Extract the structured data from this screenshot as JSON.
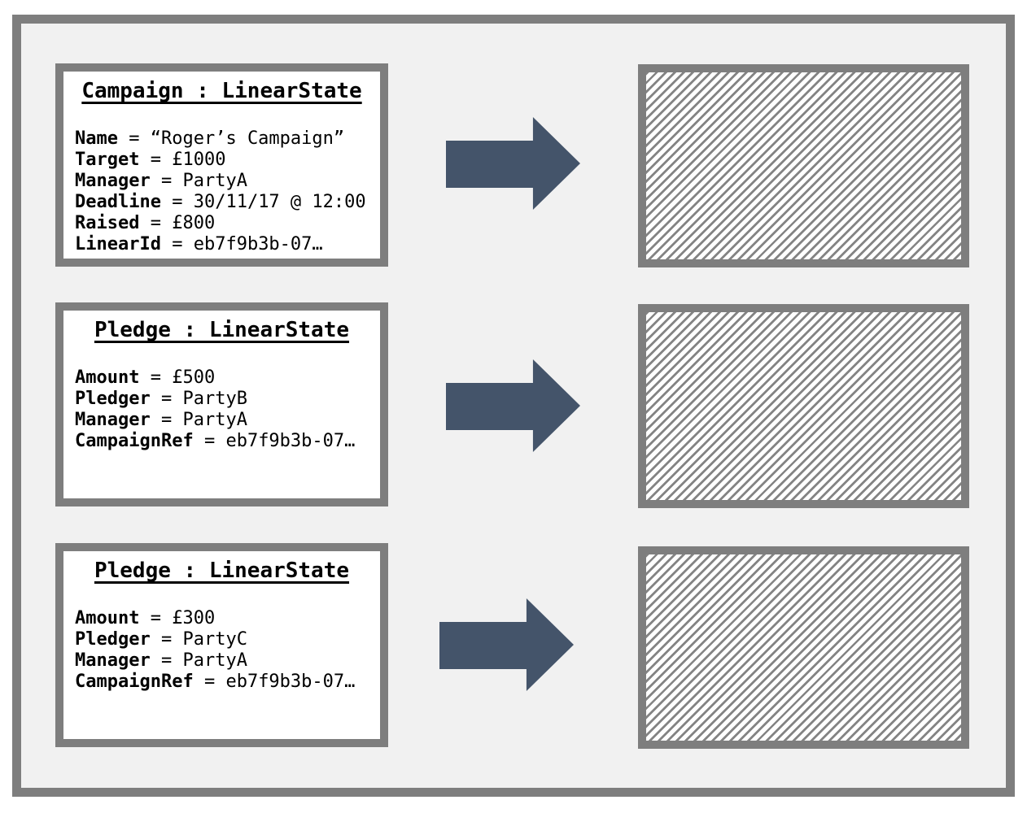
{
  "diagram": {
    "cards": [
      {
        "title": "Campaign : LinearState",
        "fields": [
          {
            "key": "Name",
            "value": "“Roger’s Campaign”"
          },
          {
            "key": "Target",
            "value": "£1000"
          },
          {
            "key": "Manager",
            "value": "PartyA"
          },
          {
            "key": "Deadline",
            "value": "30/11/17 @ 12:00"
          },
          {
            "key": "Raised",
            "value": "£800"
          },
          {
            "key": "LinearId",
            "value": "eb7f9b3b-07…"
          }
        ]
      },
      {
        "title": "Pledge : LinearState",
        "fields": [
          {
            "key": "Amount",
            "value": "£500"
          },
          {
            "key": "Pledger",
            "value": "PartyB"
          },
          {
            "key": "Manager",
            "value": "PartyA"
          },
          {
            "key": "CampaignRef",
            "value": "eb7f9b3b-07…"
          }
        ]
      },
      {
        "title": "Pledge : LinearState",
        "fields": [
          {
            "key": "Amount",
            "value": "£300"
          },
          {
            "key": "Pledger",
            "value": "PartyC"
          },
          {
            "key": "Manager",
            "value": "PartyA"
          },
          {
            "key": "CampaignRef",
            "value": "eb7f9b3b-07…"
          }
        ]
      }
    ],
    "field_separator": " = ",
    "colors": {
      "arrow": "#44546a",
      "border_gray": "#7e7e7e",
      "hatch_gray": "#848484",
      "canvas_bg": "#f1f1f1",
      "card_bg": "#ffffff"
    }
  }
}
